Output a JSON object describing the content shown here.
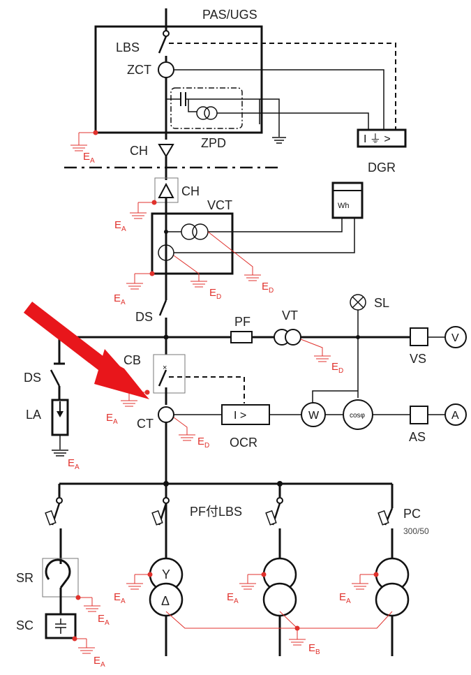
{
  "labels": {
    "pas_ugs": "PAS/UGS",
    "lbs": "LBS",
    "zct": "ZCT",
    "zpd": "ZPD",
    "ch_top": "CH",
    "dgr": "DGR",
    "ch_mid": "CH",
    "vct": "VCT",
    "wh": "Wh",
    "ds_main": "DS",
    "pf": "PF",
    "vt": "VT",
    "sl": "SL",
    "vs": "VS",
    "v_meter": "V",
    "cb": "CB",
    "ct": "CT",
    "ocr": "OCR",
    "relay_symbol": "I >",
    "w_meter": "W",
    "cos_meter": "cosφ",
    "as": "AS",
    "a_meter": "A",
    "ds_la": "DS",
    "la": "LA",
    "pf_lbs": "PF付LBS",
    "pc": "PC",
    "pc_rating": "300/50",
    "sr": "SR",
    "sc": "SC",
    "wye": "Y",
    "delta": "Δ"
  },
  "earth": {
    "main": "E",
    "sub_a": "A",
    "sub_d": "D",
    "sub_b": "B"
  },
  "colors": {
    "line": "#111111",
    "earth": "#e0312c",
    "arrow": "#e8161b"
  }
}
